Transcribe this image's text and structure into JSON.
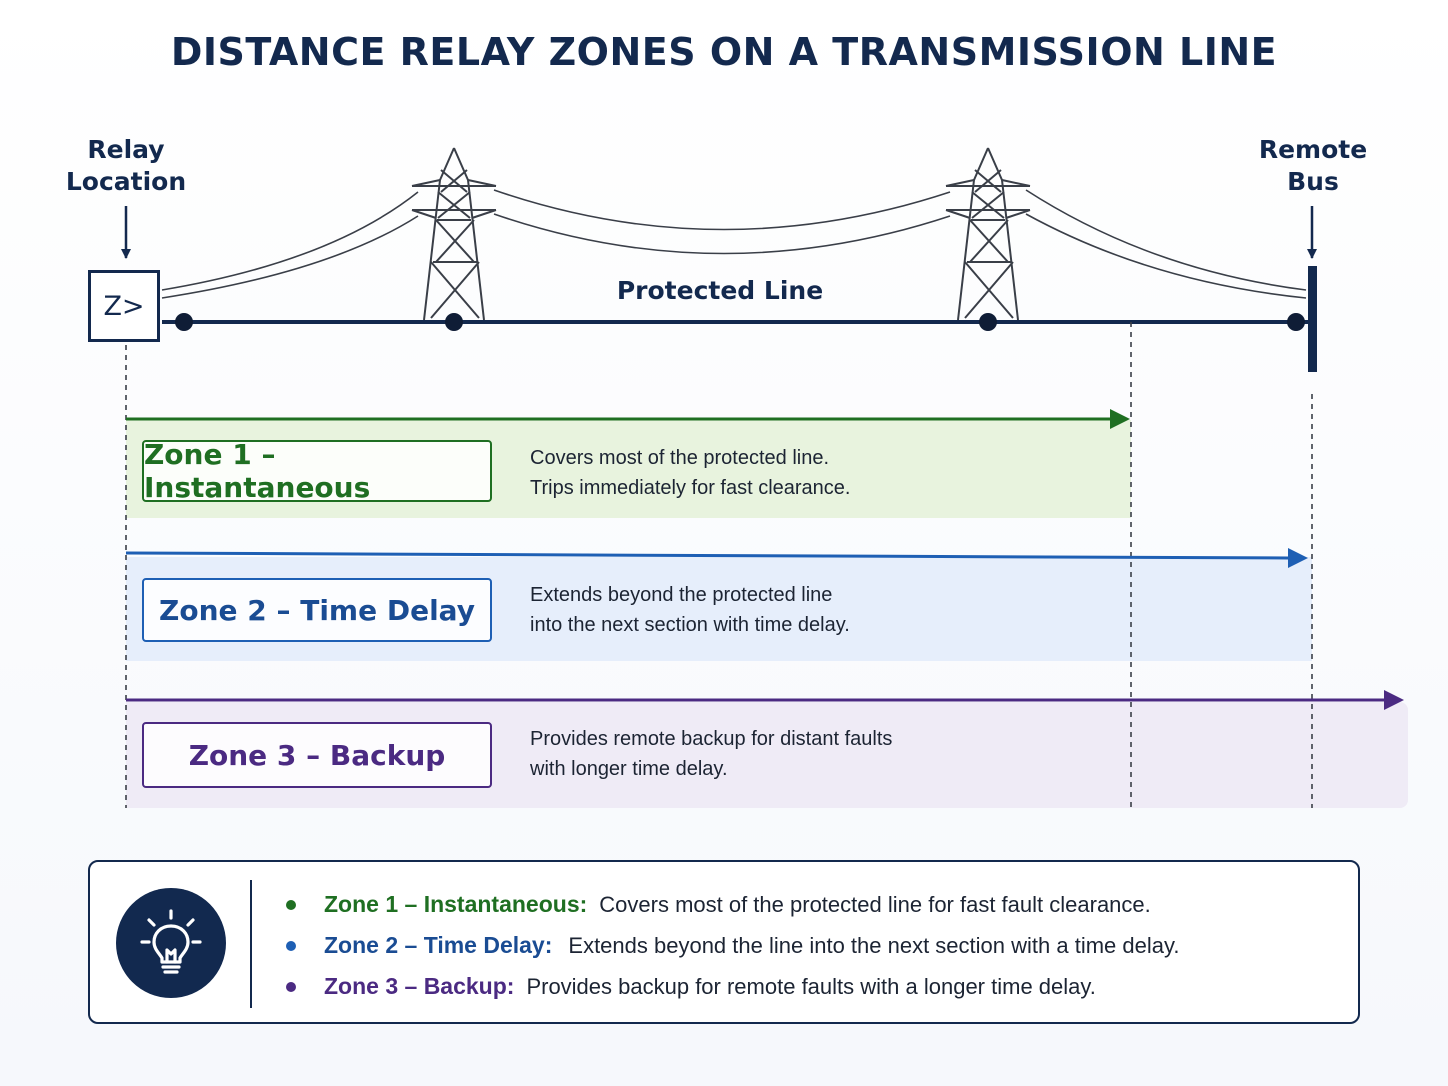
{
  "title": "DISTANCE RELAY ZONES ON A TRANSMISSION LINE",
  "relay_location": {
    "line1": "Relay",
    "line2": "Location"
  },
  "remote_bus": {
    "line1": "Remote",
    "line2": "Bus"
  },
  "relay_symbol": "Z>",
  "protected_line": "Protected Line",
  "colors": {
    "navy": "#13294e",
    "zone1": "#1f6f22",
    "zone1_fill": "#e8f3de",
    "zone2": "#1e5fb4",
    "zone2_fill": "#e6eefb",
    "zone3": "#4b2a82",
    "zone3_fill": "#efebf6"
  },
  "zones": [
    {
      "label": "Zone 1 – Instantaneous",
      "desc1": "Covers most of the protected line.",
      "desc2": "Trips immediately for fast clearance."
    },
    {
      "label": "Zone 2 – Time Delay",
      "desc1": "Extends beyond the protected line",
      "desc2": "into the next section with time delay."
    },
    {
      "label": "Zone 3 – Backup",
      "desc1": "Provides remote backup for distant faults",
      "desc2": "with longer time delay."
    }
  ],
  "summary": {
    "icon": "lightbulb-icon",
    "items": [
      {
        "name": "Zone 1 – Instantaneous:",
        "text": "Covers most of the protected line for fast fault clearance."
      },
      {
        "name": "Zone 2 – Time Delay:",
        "text": "Extends beyond the line into the next section with a time delay."
      },
      {
        "name": "Zone 3 – Backup:",
        "text": "Provides backup for remote faults with a longer time delay."
      }
    ]
  }
}
